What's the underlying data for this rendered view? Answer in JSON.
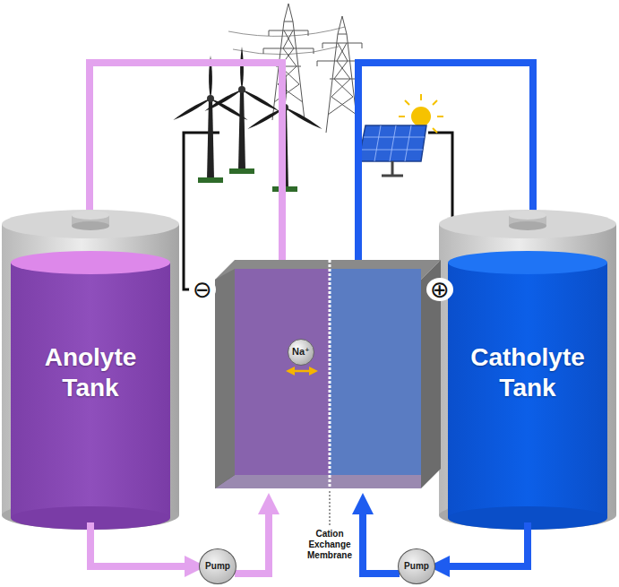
{
  "diagram": {
    "nodes": [
      {
        "text": [
          "Anolyte Tank"
        ]
      },
      {
        "text": [
          "Catholyte Tank"
        ]
      },
      {
        "text": [
          "Na⁺"
        ]
      },
      {
        "text": [
          "Pump"
        ]
      },
      {
        "text": [
          "Pump"
        ]
      }
    ],
    "edges": [
      {
        "from": 0,
        "to": 3,
        "arrow": "to"
      },
      {
        "from": 1,
        "to": 4,
        "arrow": "to"
      }
    ],
    "labels": [
      "⊖",
      "⊕",
      "Cation Exchange Membrane"
    ]
  }
}
